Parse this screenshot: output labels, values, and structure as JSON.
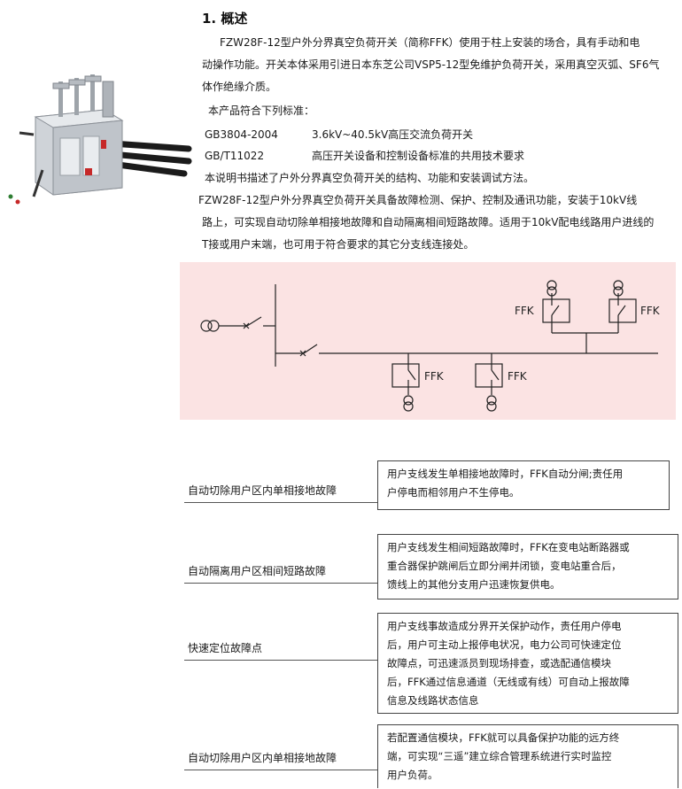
{
  "section": {
    "heading": "1. 概述"
  },
  "intro": {
    "lines": [
      "FZW28F-12型户外分界真空负荷开关（简称FFK）使用于柱上安装的场合，具有手动和电",
      "动操作功能。开关本体采用引进日本东芝公司VSP5-12型免维护负荷开关，采用真空灭弧、SF6气",
      "体作绝缘介质。",
      "本产品符合下列标准："
    ],
    "standards": [
      {
        "code": "GB3804-2004",
        "desc": "3.6kV~40.5kV高压交流负荷开关"
      },
      {
        "code": "GB/T11022",
        "desc": "高压开关设备和控制设备标准的共用技术要求"
      }
    ],
    "scope_line": "本说明书描述了户外分界真空负荷开关的结构、功能和安装调试方法。",
    "features_lines": [
      "FZW28F-12型户外分界真空负荷开关具备故障检测、保护、控制及通讯功能，安装于10kV线",
      "路上，可实现自动切除单相接地故障和自动隔离相间短路故障。适用于10kV配电线路用户进线的",
      "T接或用户末端，也可用于符合要求的其它分支线连接处。"
    ]
  },
  "diagram": {
    "switch_label": "FFK",
    "colors": {
      "background": "#fbe3e3",
      "line": "#222222"
    }
  },
  "features": [
    {
      "label": "自动切除用户区内单相接地故障",
      "lines": [
        "用户支线发生单相接地故障时，FFK自动分闸;责任用",
        "户停电而相邻用户不生停电。"
      ]
    },
    {
      "label": "自动隔离用户区相间短路故障",
      "lines": [
        "用户支线发生相间短路故障时，FFK在变电站断路器或",
        "重合器保护跳闸后立即分闸并闭锁，变电站重合后，",
        "馈线上的其他分支用户迅速恢复供电。"
      ]
    },
    {
      "label": "快速定位故障点",
      "lines": [
        "用户支线事故造成分界开关保护动作，责任用户停电",
        "后，用户可主动上报停电状况，电力公司可快速定位",
        "故障点，可迅速派员到现场排查，或选配通信模块",
        "后，FFK通过信息通道（无线或有线）可自动上报故障",
        "信息及线路状态信息"
      ]
    },
    {
      "label": "自动切除用户区内单相接地故障",
      "lines": [
        "若配置通信模块，FFK就可以具备保护功能的远方终",
        "端，可实现“三遥”建立综合管理系统进行实时监控",
        "用户负荷。"
      ]
    }
  ]
}
